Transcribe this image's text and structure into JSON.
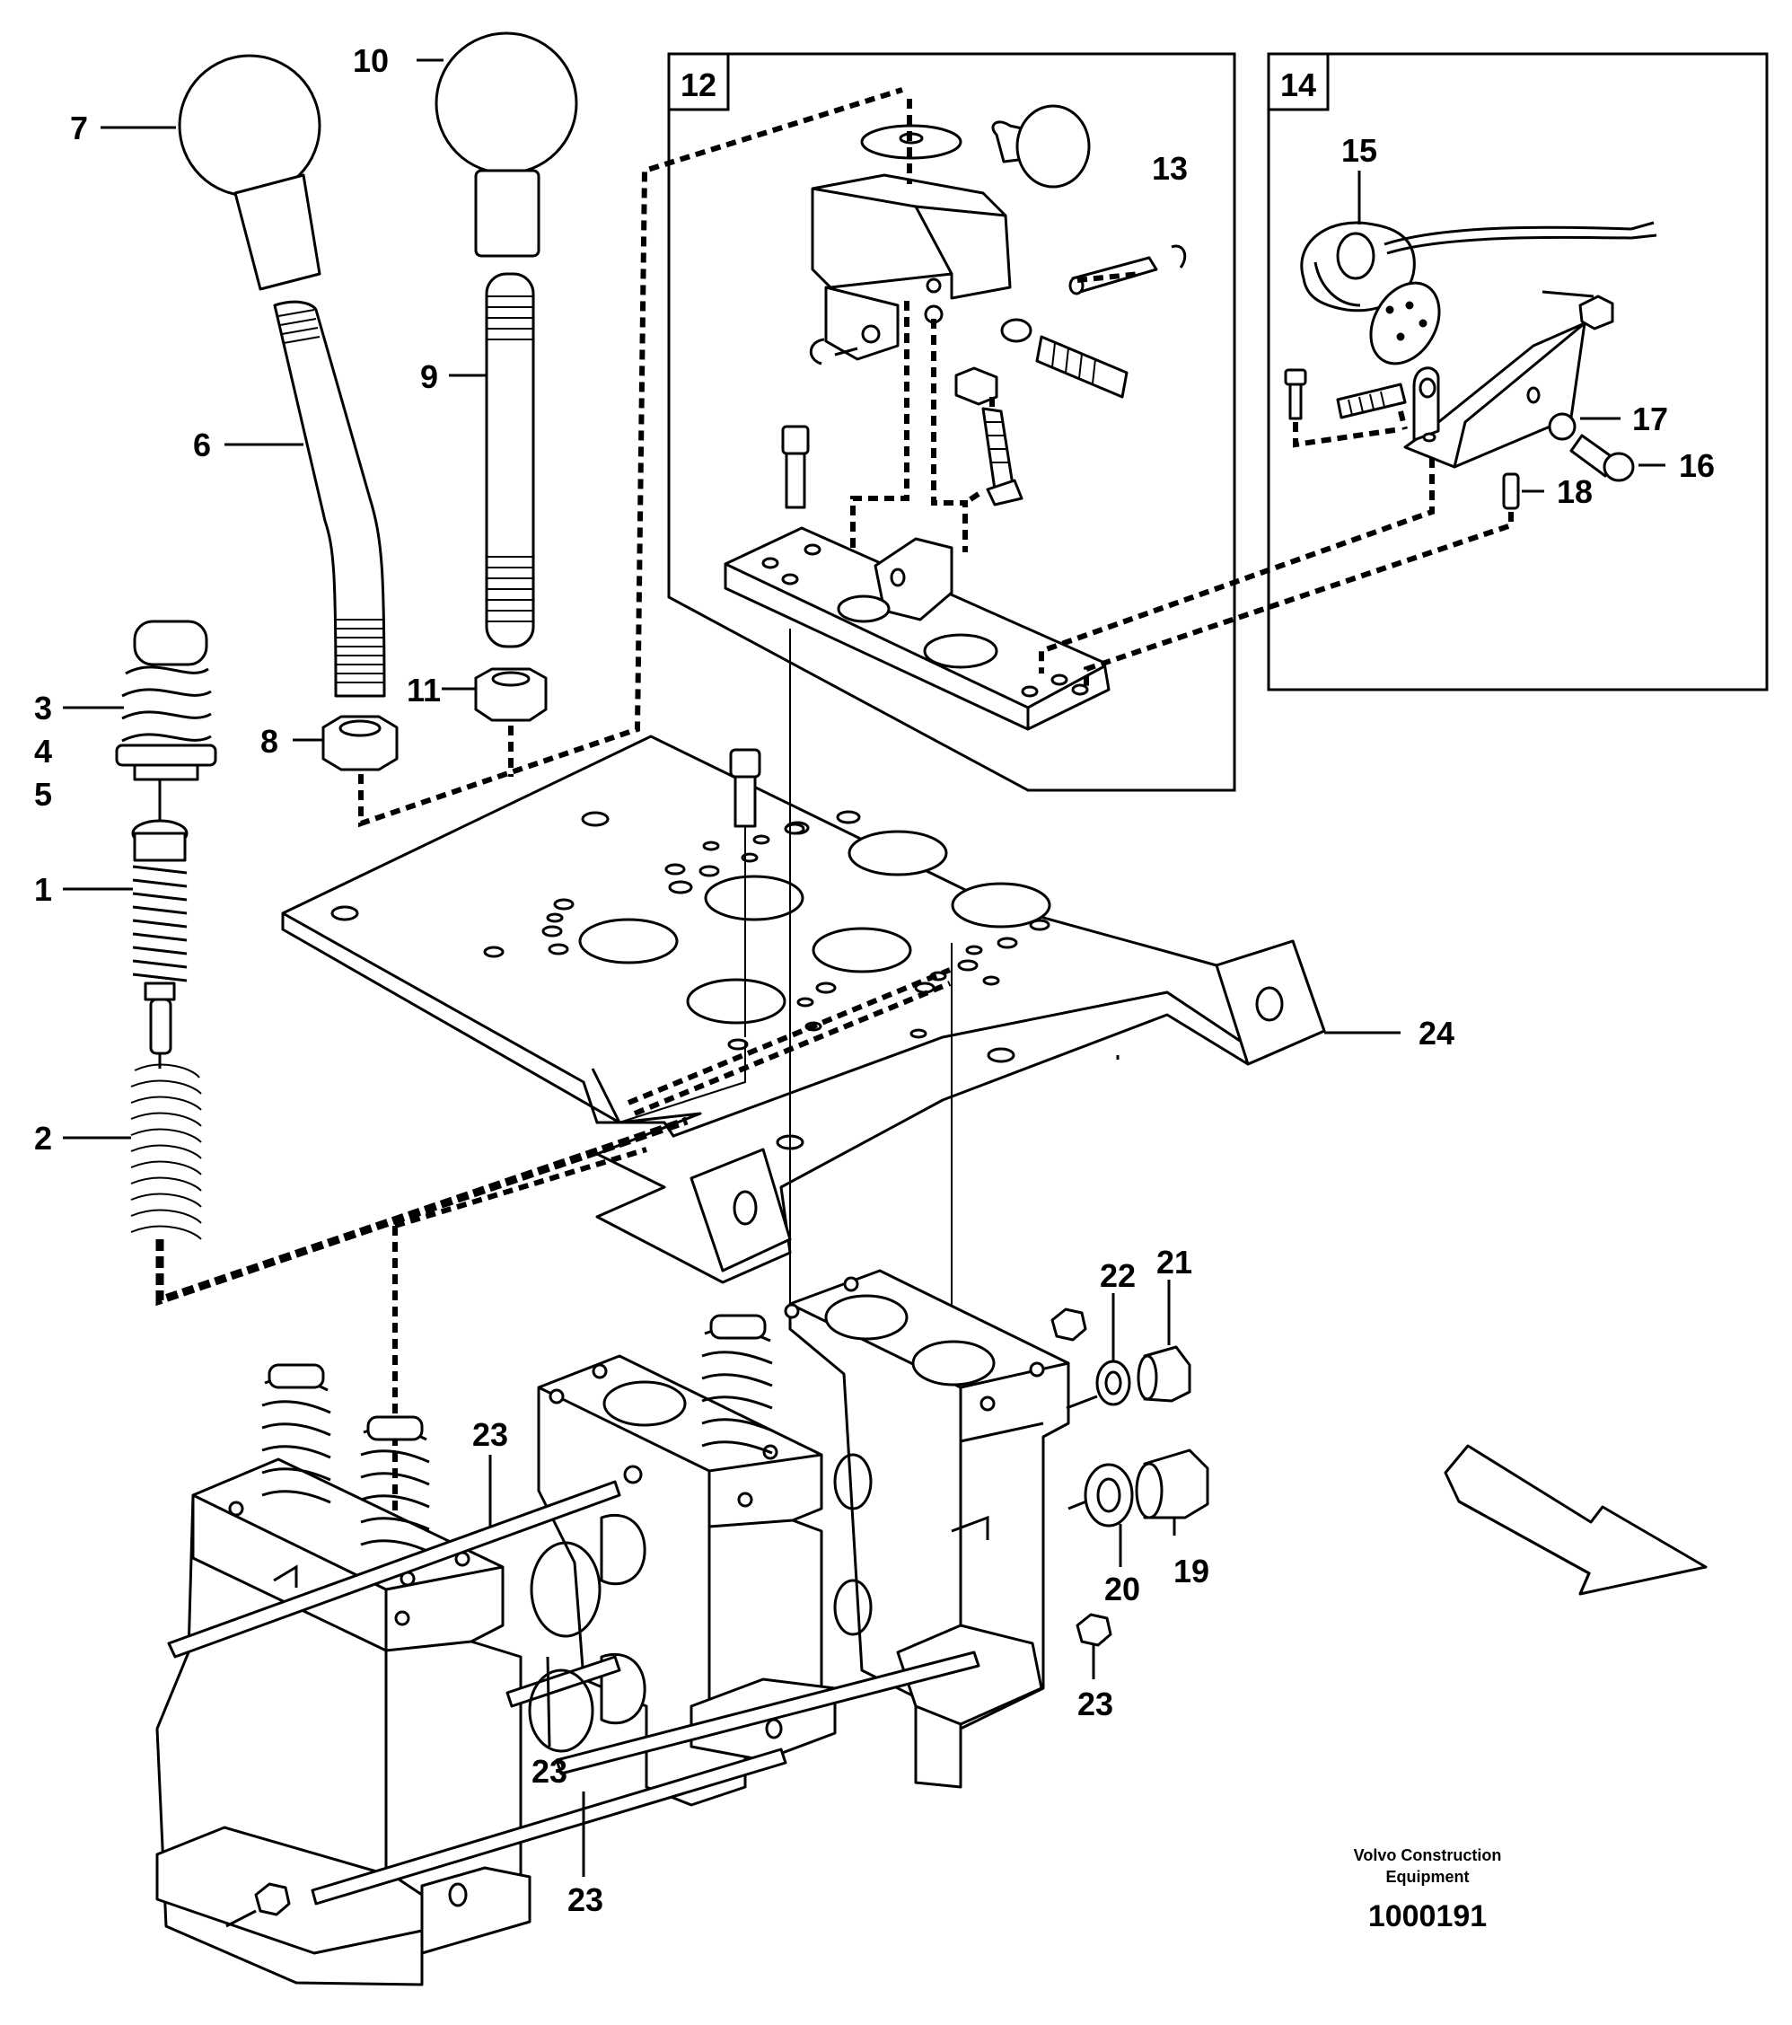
{
  "diagram": {
    "callouts": {
      "c1": "1",
      "c2": "2",
      "c3": "3",
      "c4": "4",
      "c5": "5",
      "c6": "6",
      "c7": "7",
      "c8": "8",
      "c9": "9",
      "c10": "10",
      "c11": "11",
      "c13": "13",
      "c15": "15",
      "c16": "16",
      "c17": "17",
      "c18": "18",
      "c19": "19",
      "c20": "20",
      "c21": "21",
      "c22": "22",
      "c23a": "23",
      "c23b": "23",
      "c23c": "23",
      "c23d": "23",
      "c24": "24"
    },
    "detail_boxes": {
      "box12": "12",
      "box14": "14"
    },
    "footer": {
      "line1": "Volvo Construction",
      "line2": "Equipment",
      "number": "1000191"
    },
    "direction_arrow_icon": "direction-arrow-icon"
  }
}
